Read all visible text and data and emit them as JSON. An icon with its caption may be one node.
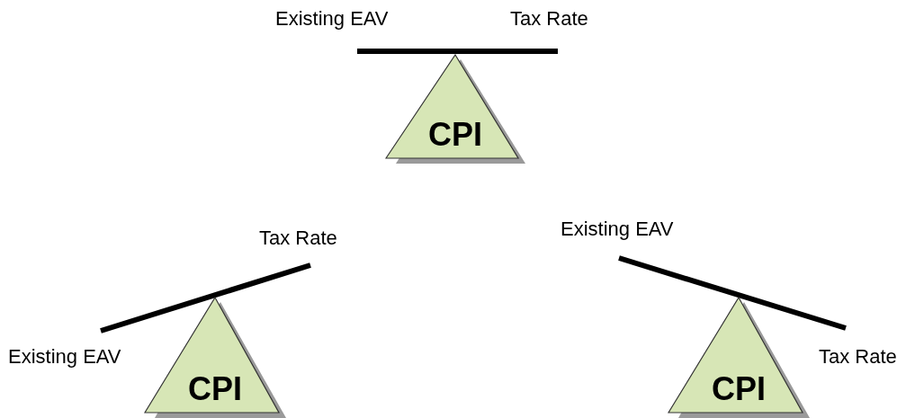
{
  "diagram": {
    "nodes": [
      {
        "text": [
          "CPI"
        ]
      },
      {
        "text": [
          "CPI"
        ]
      },
      {
        "text": [
          "CPI"
        ]
      }
    ],
    "labels": [
      "Existing EAV",
      "Tax Rate",
      "Tax Rate",
      "Existing EAV",
      "Existing EAV",
      "Tax Rate"
    ]
  }
}
